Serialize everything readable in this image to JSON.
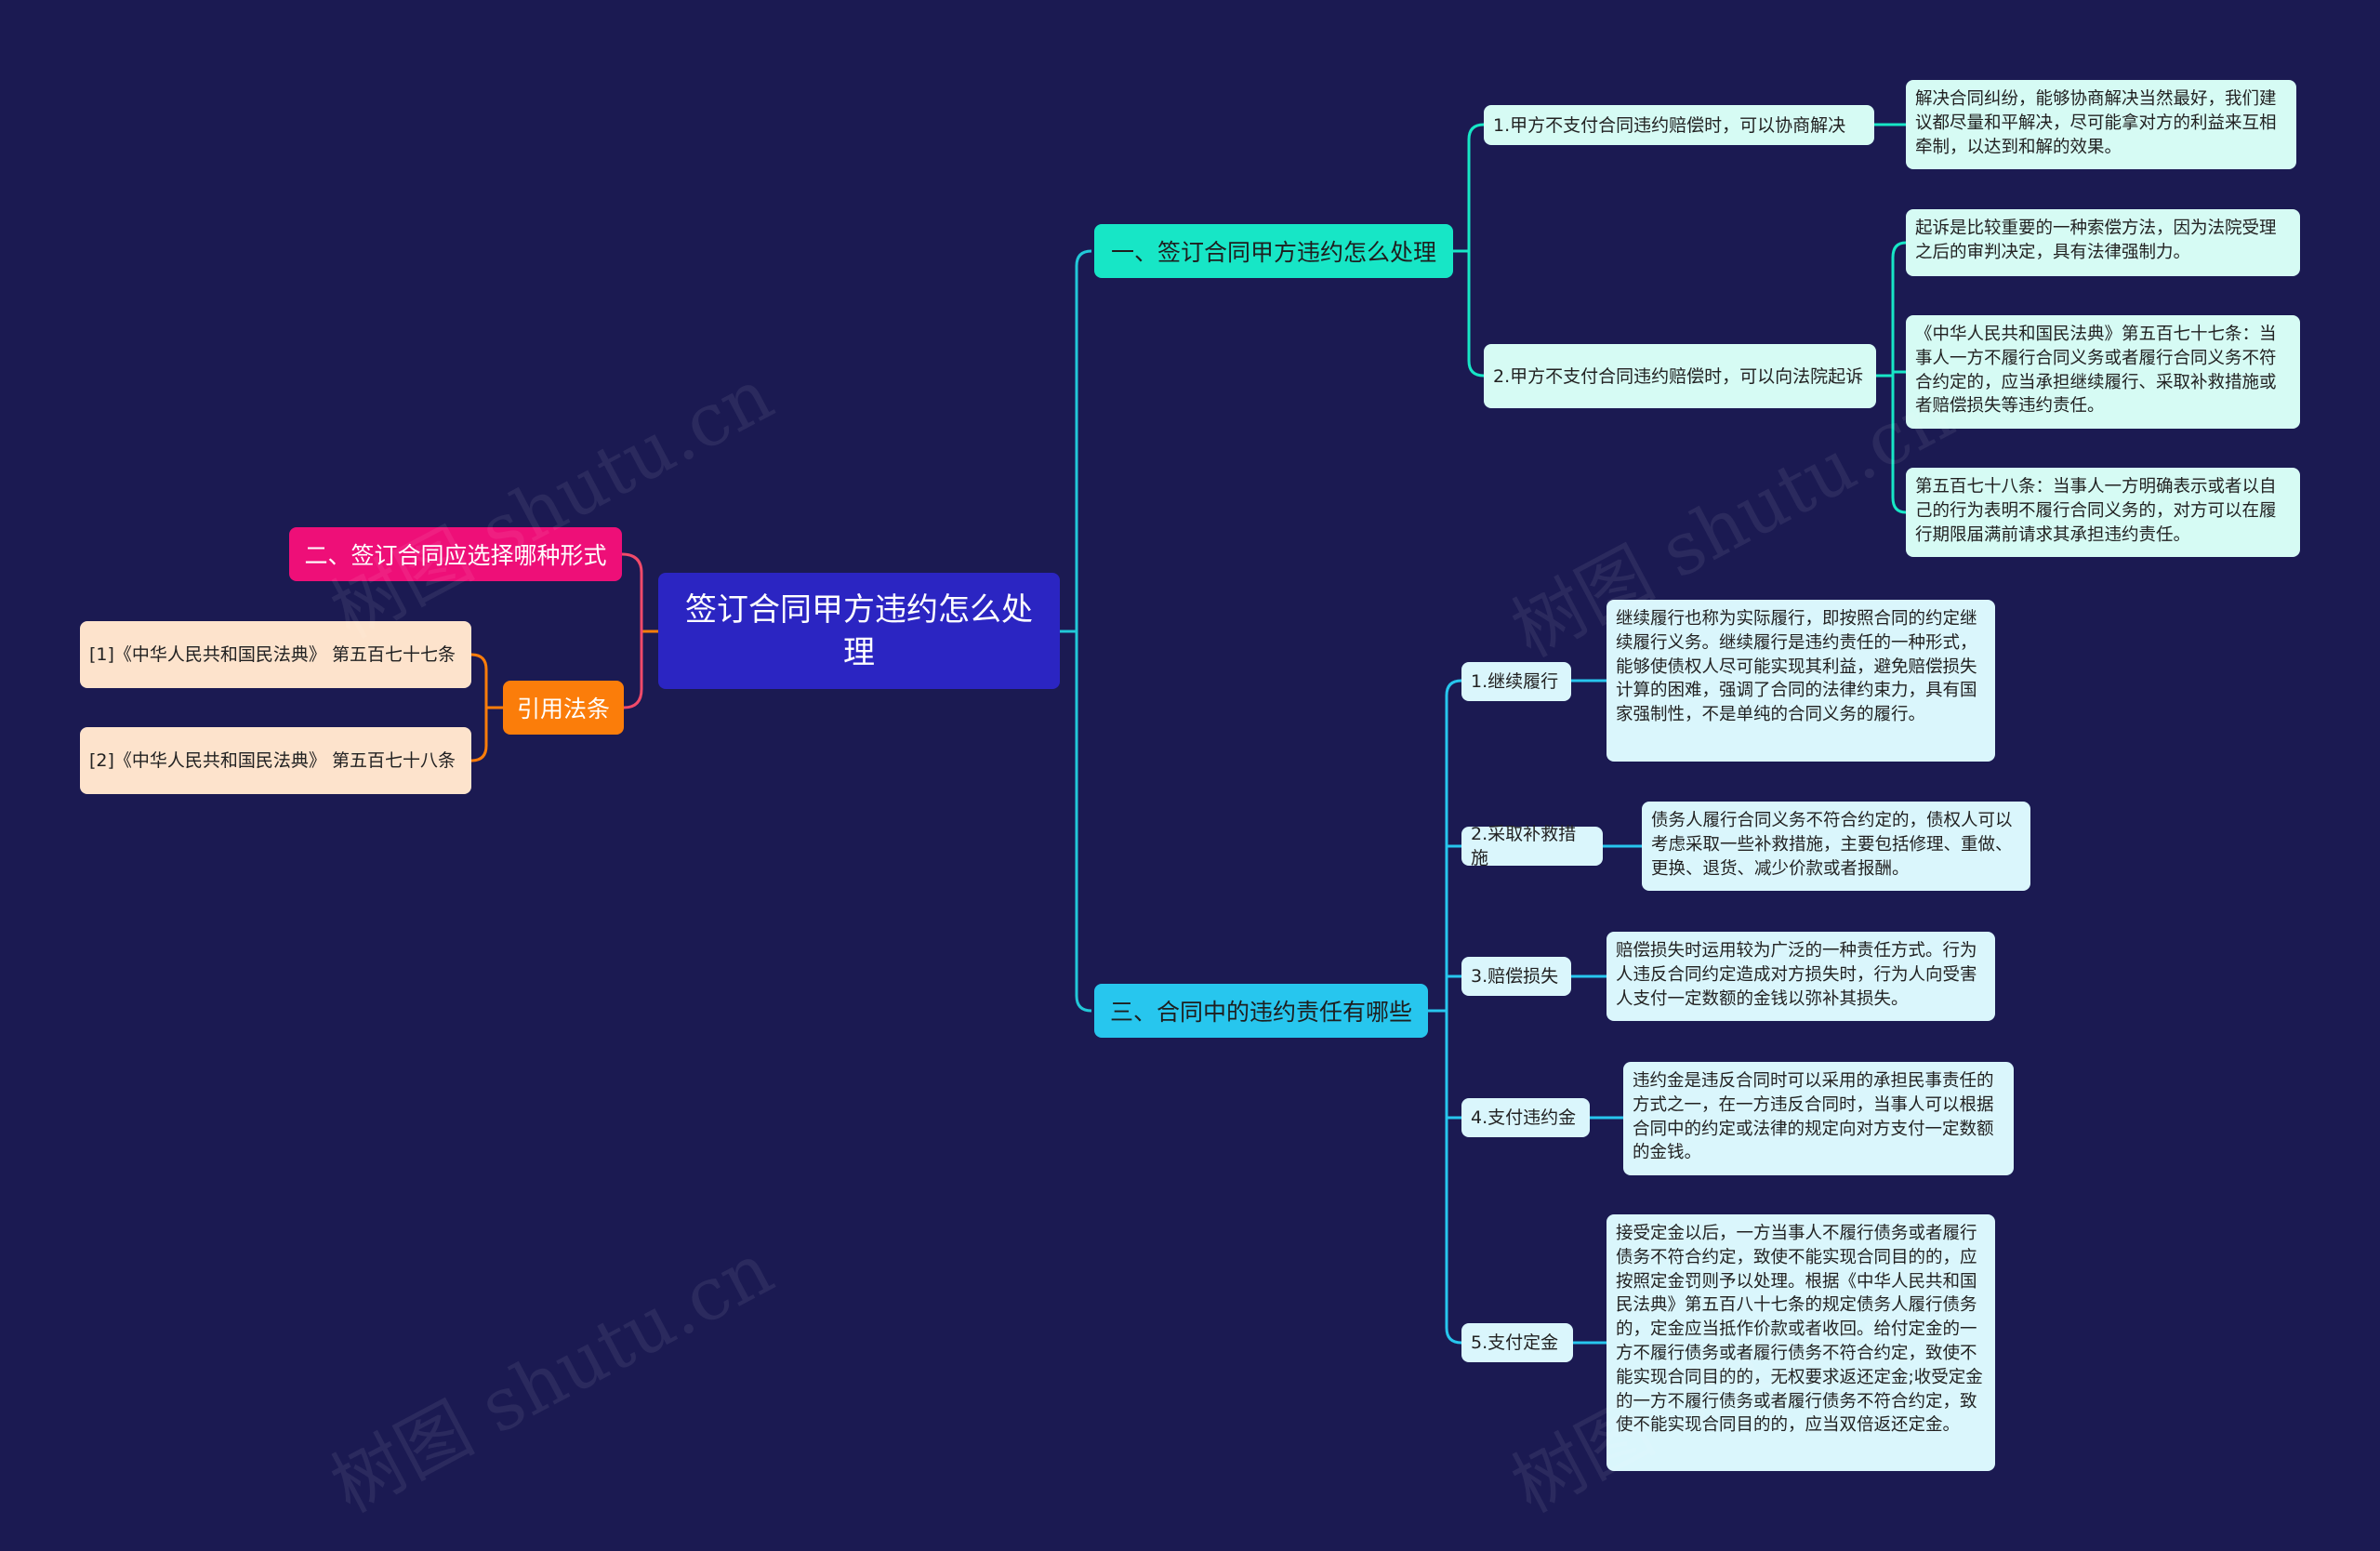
{
  "root": {
    "label": "签订合同甲方违约怎么处理"
  },
  "branches": {
    "b1": {
      "label": "一、签订合同甲方违约怎么处理"
    },
    "b2": {
      "label": "二、签订合同应选择哪种形式"
    },
    "b3": {
      "label": "三、合同中的违约责任有哪些"
    },
    "cite": {
      "label": "引用法条"
    }
  },
  "b1_items": [
    {
      "label": "1.甲方不支付合同违约赔偿时，可以协商解决",
      "notes": [
        "解决合同纠纷，能够协商解决当然最好，我们建议都尽量和平解决，尽可能拿对方的利益来互相牵制，以达到和解的效果。"
      ]
    },
    {
      "label": "2.甲方不支付合同违约赔偿时，可以向法院起诉",
      "notes": [
        "起诉是比较重要的一种索偿方法，因为法院受理之后的审判决定，具有法律强制力。",
        "《中华人民共和国民法典》第五百七十七条：当事人一方不履行合同义务或者履行合同义务不符合约定的，应当承担继续履行、采取补救措施或者赔偿损失等违约责任。",
        "第五百七十八条：当事人一方明确表示或者以自己的行为表明不履行合同义务的，对方可以在履行期限届满前请求其承担违约责任。"
      ]
    }
  ],
  "b3_items": [
    {
      "label": "1.继续履行",
      "note": "继续履行也称为实际履行，即按照合同的约定继续履行义务。继续履行是违约责任的一种形式，能够使债权人尽可能实现其利益，避免赔偿损失计算的困难，强调了合同的法律约束力，具有国家强制性，不是单纯的合同义务的履行。"
    },
    {
      "label": "2.采取补救措施",
      "note": "债务人履行合同义务不符合约定的，债权人可以考虑采取一些补救措施，主要包括修理、重做、更换、退货、减少价款或者报酬。"
    },
    {
      "label": "3.赔偿损失",
      "note": "赔偿损失时运用较为广泛的一种责任方式。行为人违反合同约定造成对方损失时，行为人向受害人支付一定数额的金钱以弥补其损失。"
    },
    {
      "label": "4.支付违约金",
      "note": "违约金是违反合同时可以采用的承担民事责任的方式之一，在一方违反合同时，当事人可以根据合同中的约定或法律的规定向对方支付一定数额的金钱。"
    },
    {
      "label": "5.支付定金",
      "note": "接受定金以后，一方当事人不履行债务或者履行债务不符合约定，致使不能实现合同目的的，应按照定金罚则予以处理。根据《中华人民共和国民法典》第五百八十七条的规定债务人履行债务的，定金应当抵作价款或者收回。给付定金的一方不履行债务或者履行债务不符合约定，致使不能实现合同目的的，无权要求返还定金;收受定金的一方不履行债务或者履行债务不符合约定，致使不能实现合同目的的，应当双倍返还定金。"
    }
  ],
  "citations": [
    "[1]《中华人民共和国民法典》 第五百七十七条",
    "[2]《中华人民共和国民法典》 第五百七十八条"
  ],
  "watermarks": [
    "树图 shutu.cn",
    "树图 shutu.cn",
    "树图 shutu.cn",
    "树图 shutu.cn"
  ],
  "colors": {
    "background": "#1b1a52",
    "root": "#2b25c2",
    "branch1": "#17e6c6",
    "branch2": "#ee0f78",
    "branch3": "#27c6ee",
    "cite": "#fb7d0a"
  }
}
